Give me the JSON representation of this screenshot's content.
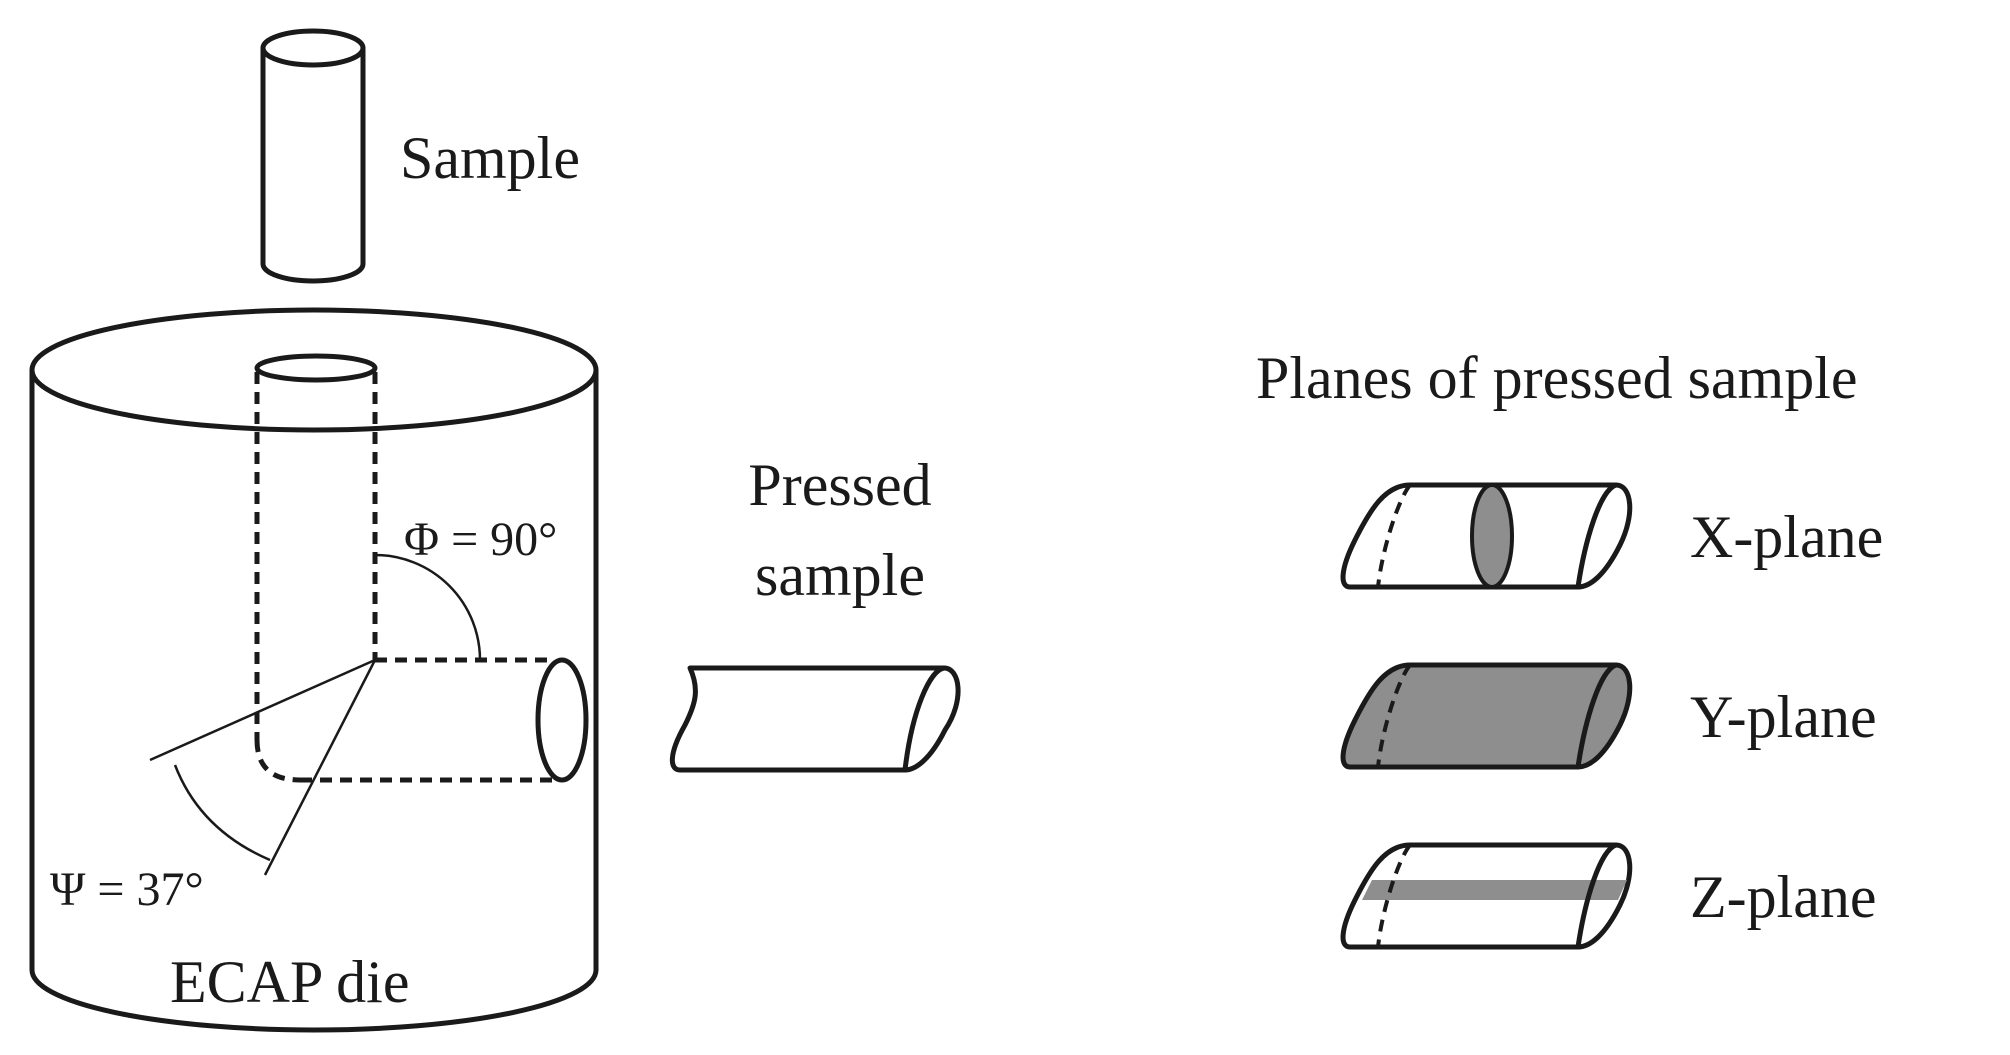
{
  "labels": {
    "sample": "Sample",
    "ecap_die": "ECAP die",
    "pressed_line1": "Pressed",
    "pressed_line2": "sample",
    "phi": "Φ = 90°",
    "psi": "Ψ = 37°",
    "planes_title": "Planes of pressed sample",
    "x_plane": "X-plane",
    "y_plane": "Y-plane",
    "z_plane": "Z-plane"
  },
  "colors": {
    "line": "#1a1a1a",
    "plane_fill": "#8e8e8e",
    "background": "#ffffff"
  }
}
